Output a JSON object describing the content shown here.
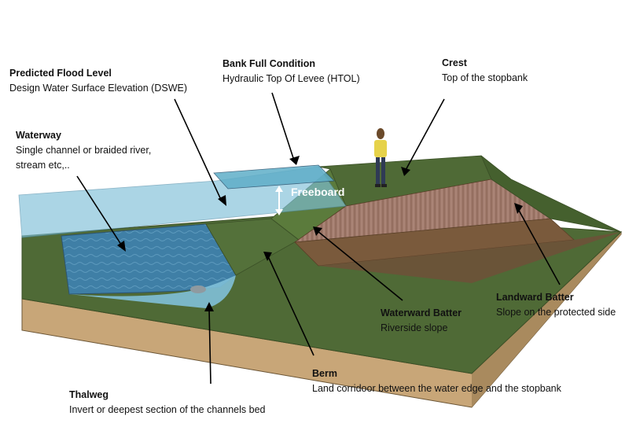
{
  "labels": {
    "predicted_flood_level": {
      "title": "Predicted Flood Level",
      "desc": "Design Water Surface Elevation (DSWE)"
    },
    "bank_full_condition": {
      "title": "Bank Full Condition",
      "desc": "Hydraulic Top Of Levee (HTOL)"
    },
    "crest": {
      "title": "Crest",
      "desc": "Top of the stopbank"
    },
    "waterway": {
      "title": "Waterway",
      "desc1": "Single channel or braided river,",
      "desc2": "stream etc,.."
    },
    "freeboard": "Freeboard",
    "waterward_batter": {
      "title": "Waterward Batter",
      "desc": "Riverside slope"
    },
    "landward_batter": {
      "title": "Landward Batter",
      "desc": "Slope on the protected side"
    },
    "berm": {
      "title": "Berm",
      "desc": "Land corridoor between the water edge and the stopbank"
    },
    "thalweg": {
      "title": "Thalweg",
      "desc": "Invert or deepest section of the channels bed"
    }
  },
  "colors": {
    "soil": "#c8a678",
    "soil_dark": "#a98a5e",
    "grass": "#4f6a36",
    "grass_dark": "#3f5a2c",
    "water_deep": "#3f7fa6",
    "water_flood": "#7fc0d8",
    "batter": "#9c7466",
    "channel_bed": "#8a6a4a"
  }
}
